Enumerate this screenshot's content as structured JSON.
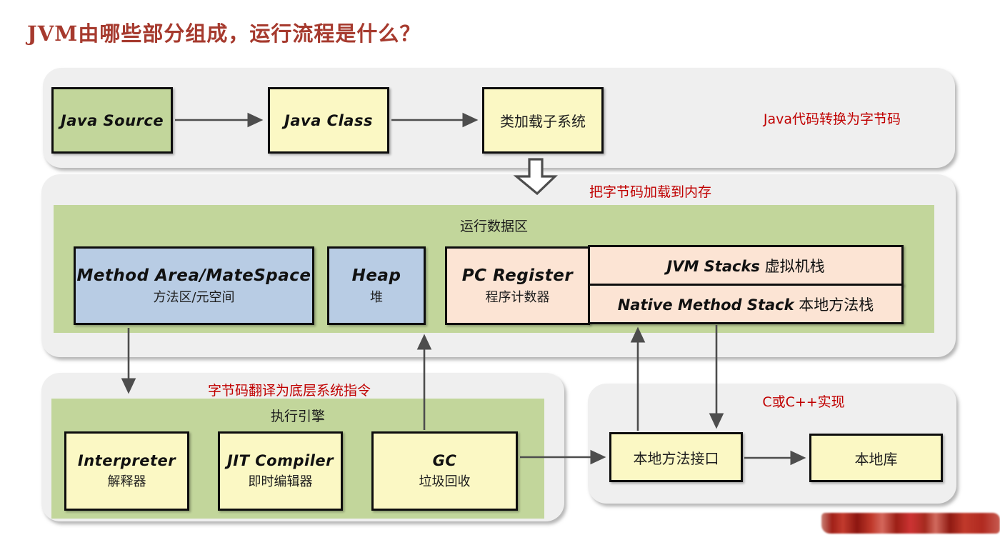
{
  "title": "JVM由哪些部分组成，运行流程是什么？",
  "notes": {
    "stage1": "Java代码转换为字节码",
    "load": "把字节码加载到内存",
    "translate": "字节码翻译为底层系统指令",
    "native_impl": "C或C++实现"
  },
  "stage1": {
    "java_source": "Java Source",
    "java_class": "Java Class",
    "class_loader": "类加载子系统"
  },
  "runtime": {
    "label": "运行数据区",
    "method_area_en": "Method Area/MateSpace",
    "method_area_zh": "方法区/元空间",
    "heap_en": "Heap",
    "heap_zh": "堆",
    "pc_en": "PC Register",
    "pc_zh": "程序计数器",
    "jvm_stacks_en": "JVM Stacks",
    "jvm_stacks_zh": " 虚拟机栈",
    "native_stack_en": "Native Method Stack",
    "native_stack_zh": " 本地方法栈"
  },
  "engine": {
    "label": "执行引擎",
    "interpreter_en": "Interpreter",
    "interpreter_zh": "解释器",
    "jit_en": "JIT Compiler",
    "jit_zh": "即时编辑器",
    "gc_en": "GC",
    "gc_zh": "垃圾回收"
  },
  "native": {
    "jni": "本地方法接口",
    "lib": "本地库"
  },
  "icons": {
    "block_down_arrow": "hollow-down-block-arrow",
    "watermark": "red-mosaic-redaction"
  },
  "colors": {
    "panel_gray": "#efefef",
    "area_green": "#c2d69b",
    "box_blue": "#b8cce4",
    "box_peach": "#fce4d4",
    "box_yellow": "#fbf8c4",
    "border_black": "#0d0d0d",
    "arrow_gray": "#4d4d4d",
    "note_red": "#c00000",
    "title_red": "#a63a2e"
  }
}
